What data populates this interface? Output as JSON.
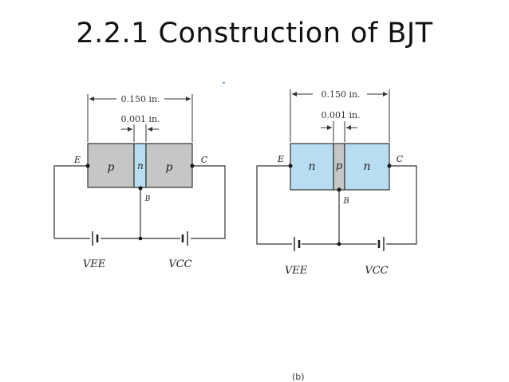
{
  "title": "2.2.1 Construction of BJT",
  "pnp": {
    "width_label": "0.150 in.",
    "base_width_label": "0.001 in.",
    "emitter_region": "p",
    "base_region": "n",
    "collector_region": "p",
    "emitter_terminal": "E",
    "collector_terminal": "C",
    "base_terminal": "B",
    "vee_label": "VEE",
    "vcc_label": "VCC",
    "region_color": "#c6c6c6",
    "base_color": "#b9ddf0"
  },
  "npn": {
    "width_label": "0.150 in.",
    "base_width_label": "0.001 in.",
    "emitter_region": "n",
    "base_region": "p",
    "collector_region": "n",
    "emitter_terminal": "E",
    "collector_terminal": "C",
    "base_terminal": "B",
    "vee_label": "VEE",
    "vcc_label": "VCC",
    "region_color": "#b9ddf0",
    "base_color": "#c6c6c6"
  },
  "caption": "(b)"
}
